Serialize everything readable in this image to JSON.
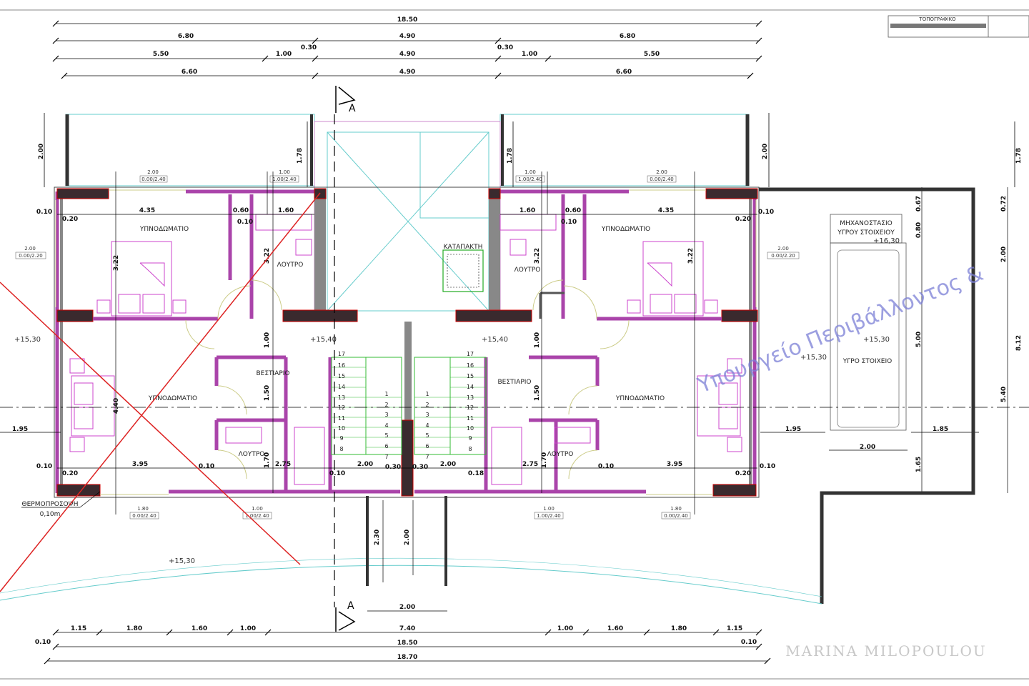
{
  "dims_top": {
    "row1": "18.50",
    "row2": [
      "6.80",
      "0.30",
      "4.90",
      "0.30",
      "6.80"
    ],
    "row3": [
      "5.50",
      "1.00",
      "4.90",
      "1.00",
      "5.50"
    ],
    "row4": [
      "6.60",
      "4.90",
      "6.60"
    ]
  },
  "dims_bottom": {
    "row1": [
      "1.15",
      "1.80",
      "1.60",
      "1.00",
      "7.40",
      "1.00",
      "1.60",
      "1.80",
      "1.15"
    ],
    "total_a": "18.50",
    "total_b": "18.70",
    "edge": [
      "0.10",
      "0.10"
    ],
    "below_core": "2.00"
  },
  "dims_inner": {
    "balcony_h": [
      "2.00",
      "2.00"
    ],
    "core_h": [
      "1.78",
      "1.78",
      "1.78"
    ],
    "wall": "0.10",
    "wall2": "0.20",
    "w435": "4.35",
    "w060": "0.60",
    "w160": "1.60",
    "w322": "3.22",
    "w100": "1.00",
    "w150": "1.50",
    "w170": "1.70",
    "w275": "2.75",
    "w395": "3.95",
    "w440": "4.40",
    "w195": "1.95",
    "w200": "2.00",
    "w030": "0.30",
    "w018": "0.18",
    "w230": "2.30",
    "right": [
      "0.67",
      "0.80",
      "0.72",
      "2.00",
      "5.00",
      "8.12",
      "5.40",
      "1.85",
      "1.65"
    ]
  },
  "rooms": {
    "bedroom": "ΥΠΝΟΔΩΜΑΤΙΟ",
    "bath": "ΛΟΥΤΡΟ",
    "wardrobe": "ΒΕΣΤΙΑΡΙΟ",
    "hatch": "ΚΑΤΑΠΑΚΤΗ",
    "mech1": "ΜΗΧΑΝΟΣΤΑΣΙΟ",
    "mech2": "ΥΓΡΟΥ ΣΤΟΙΧΕΙΟΥ",
    "wet": "ΥΓΡΟ ΣΤΟΙΧΕΙΟ",
    "insulation": "ΘΕΡΜΟΠΡΟΣΟΨΗ",
    "insulation_t": "0,10m"
  },
  "levels": [
    "+15,30",
    "+15,40",
    "+15,40",
    "+15,30",
    "+16,30",
    "+15,30",
    "+15,30"
  ],
  "windows": {
    "w200": "2.00",
    "w200s": "0.00/2.40",
    "w100": "1.00",
    "w100s": "1.00/2.40",
    "w200b": "2.00",
    "w200bs": "0.00/2.20",
    "w180": "1.80",
    "w180s": "0.00/2.40"
  },
  "section_letter": "A",
  "stairs": [
    "17",
    "16",
    "15",
    "14",
    "13",
    "12",
    "11",
    "10",
    "9",
    "8",
    "1",
    "2",
    "3",
    "4",
    "5",
    "6",
    "7"
  ],
  "watermark": "Υπουργείο Περιβάλλοντος &",
  "signature": "MARINA MILOPOULOU",
  "stamp": "ΤΟΠΟΓΡΑΦΙΚΟ"
}
